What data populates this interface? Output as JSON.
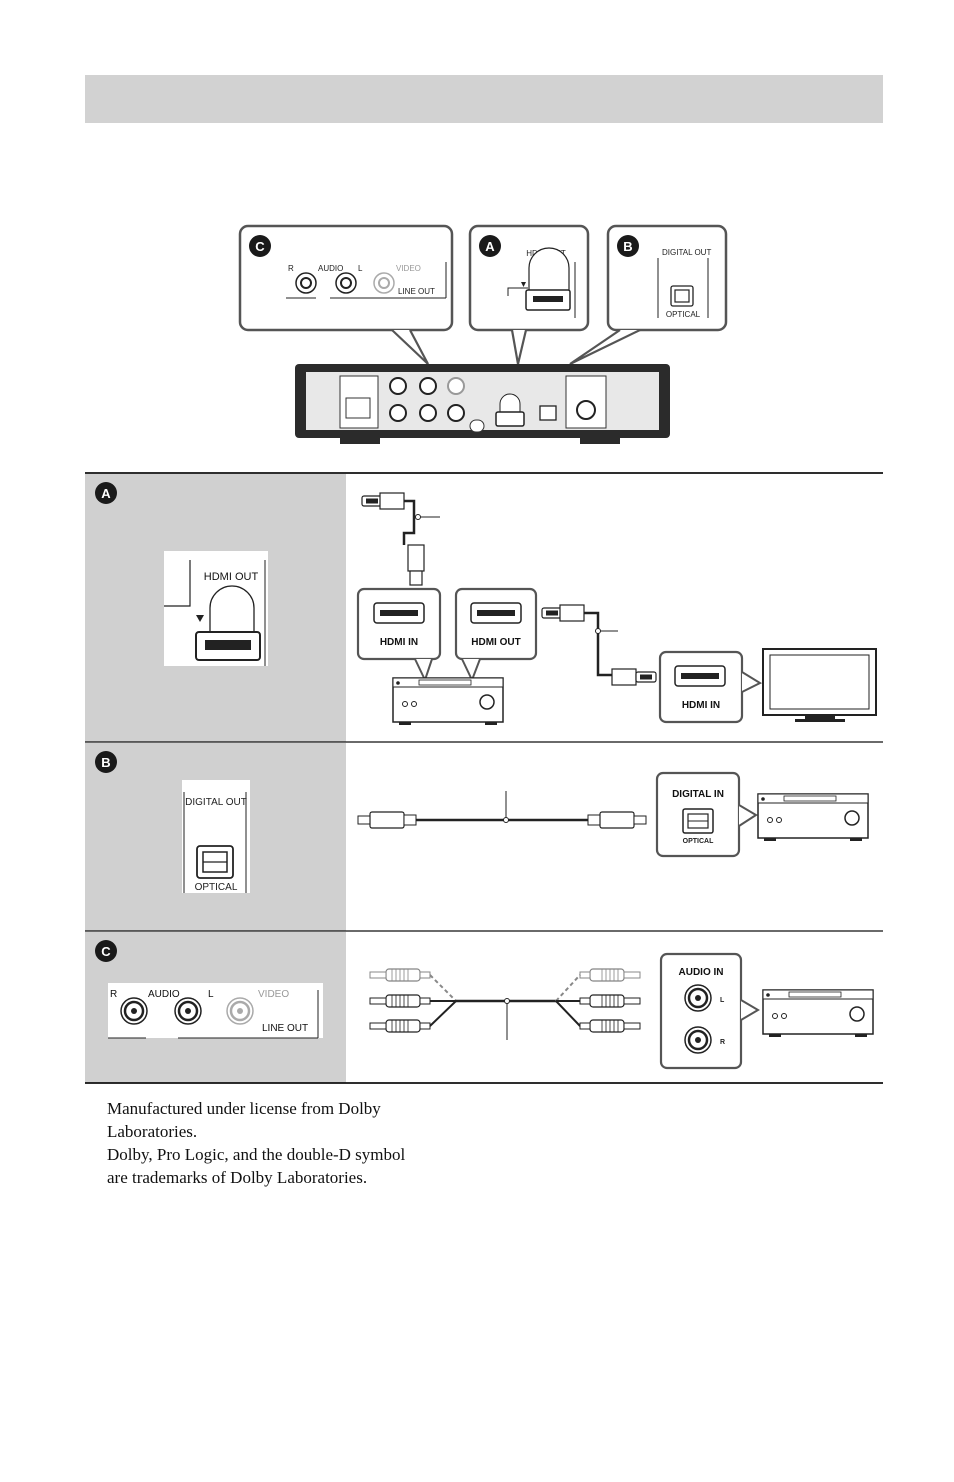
{
  "header": {
    "title": ""
  },
  "callouts": {
    "c": {
      "badge": "C",
      "r": "R",
      "audio": "AUDIO",
      "l": "L",
      "video": "VIDEO",
      "line_out": "LINE OUT"
    },
    "a": {
      "badge": "A",
      "hdmi_out": "HDMI OUT"
    },
    "b": {
      "badge": "B",
      "digital_out": "DIGITAL OUT",
      "optical": "OPTICAL"
    }
  },
  "rows": {
    "a": {
      "badge": "A",
      "port_label": "HDMI OUT",
      "receiver_in": "HDMI IN",
      "receiver_out": "HDMI OUT",
      "tv_in": "HDMI IN"
    },
    "b": {
      "badge": "B",
      "port_label": "DIGITAL OUT",
      "port_sub": "OPTICAL",
      "receiver_in": "DIGITAL IN",
      "receiver_sub": "OPTICAL"
    },
    "c": {
      "badge": "C",
      "r": "R",
      "audio": "AUDIO",
      "l": "L",
      "video": "VIDEO",
      "line_out": "LINE OUT",
      "audio_in": "AUDIO IN",
      "in_l": "L",
      "in_r": "R"
    }
  },
  "footnote": {
    "line1": "Manufactured under license from Dolby",
    "line2": "Laboratories.",
    "line3": "Dolby, Pro Logic, and the double-D symbol",
    "line4": "are trademarks of Dolby Laboratories."
  }
}
